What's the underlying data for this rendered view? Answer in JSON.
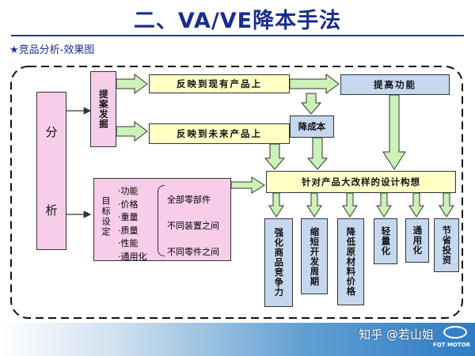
{
  "title": "二、VA/VE降本手法",
  "subtitle": "★竞品分析-效果图",
  "nodes": {
    "analysis_1": "分",
    "analysis_2": "析",
    "proposal": "提案发掘",
    "reflect_current": "反映到现有产品上",
    "reflect_future": "反映到未来产品上",
    "improve_function": "提高功能",
    "reduce_cost": "降成本",
    "design_concept": "针对产品大改样的设计构想",
    "goal_heading": "目标设定",
    "goal_items": [
      "·功能",
      "·价格",
      "·重量",
      "·质量",
      "·性能",
      "·通用化"
    ],
    "goal_scope": [
      "全部零部件",
      "不同装置之间",
      "不同零件之间"
    ],
    "outcomes": [
      "强化商品竞争力",
      "缩短开发周期",
      "降低原材料价格",
      "轻量化",
      "通用化",
      "节省投资"
    ]
  },
  "footer": {
    "watermark": "知乎 @若山姐",
    "brand": "FQT MOTOR"
  },
  "colors": {
    "title": "#1a2c8c",
    "pink_box": "#f7cdea",
    "yellow_box": "#ffffc6",
    "blue_box": "#c6d8ef",
    "arrow_fill": "#ccf2b8"
  }
}
